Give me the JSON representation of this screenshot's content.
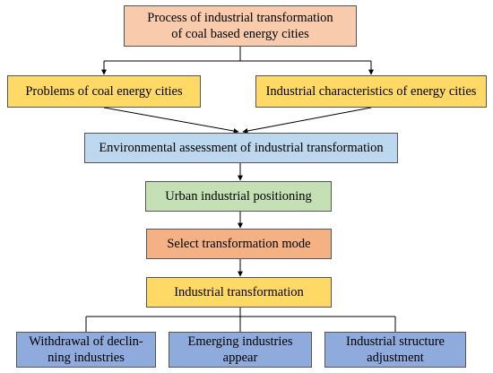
{
  "nodes": {
    "process": {
      "line1": "Process of industrial transformation",
      "line2": "of coal based energy cities"
    },
    "problems": {
      "label": "Problems of coal energy cities"
    },
    "characteristics": {
      "label": "Industrial characteristics of energy cities"
    },
    "assessment": {
      "label": "Environmental assessment of industrial transformation"
    },
    "positioning": {
      "label": "Urban industrial positioning"
    },
    "mode": {
      "label": "Select transformation mode"
    },
    "transformation": {
      "label": "Industrial transformation"
    },
    "withdrawal": {
      "line1": "Withdrawal of declin-",
      "line2": "ning industries"
    },
    "emerging": {
      "line1": "Emerging industries",
      "line2": "appear"
    },
    "adjustment": {
      "line1": "Industrial structure",
      "line2": "adjustment"
    }
  },
  "colors": {
    "peach": "#f8cbad",
    "yellow": "#ffd966",
    "light_blue": "#bdd7ee",
    "green": "#c5e0b4",
    "orange": "#f4b183",
    "steel_blue": "#8faadc"
  }
}
